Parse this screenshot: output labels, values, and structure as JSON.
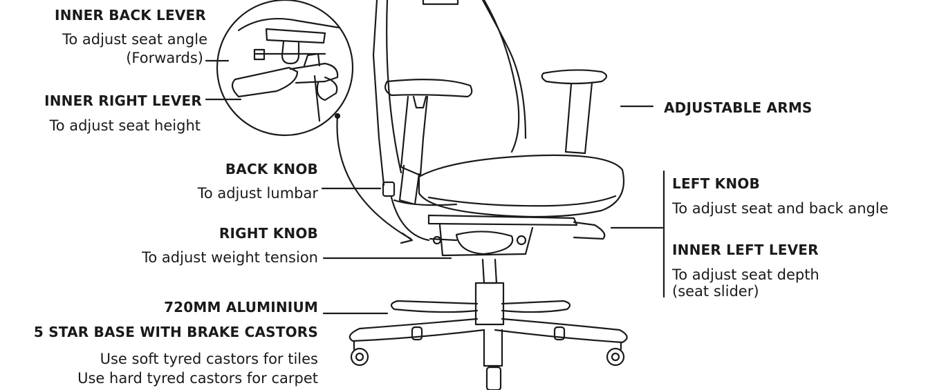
{
  "callouts": {
    "inner_back_lever": {
      "title": "INNER BACK LEVER",
      "desc1": "To adjust seat angle",
      "desc2": "(Forwards)"
    },
    "inner_right_lever": {
      "title": "INNER RIGHT LEVER",
      "desc": "To adjust seat height"
    },
    "back_knob": {
      "title": "BACK KNOB",
      "desc": "To adjust lumbar"
    },
    "right_knob": {
      "title": "RIGHT KNOB",
      "desc": "To adjust weight tension"
    },
    "base": {
      "title1": "720MM ALUMINIUM",
      "title2": "5 STAR BASE WITH BRAKE CASTORS",
      "desc1": "Use soft tyred castors for tiles",
      "desc2": "Use hard tyred castors for carpet"
    },
    "adjustable_arms": {
      "title": "ADJUSTABLE ARMS"
    },
    "left_knob": {
      "title": "LEFT KNOB",
      "desc": "To adjust seat and back angle"
    },
    "inner_left_lever": {
      "title": "INNER LEFT LEVER",
      "desc1": "To adjust seat depth",
      "desc2": "(seat slider)"
    }
  },
  "colors": {
    "ink": "#1a1a1a",
    "background": "#ffffff"
  }
}
